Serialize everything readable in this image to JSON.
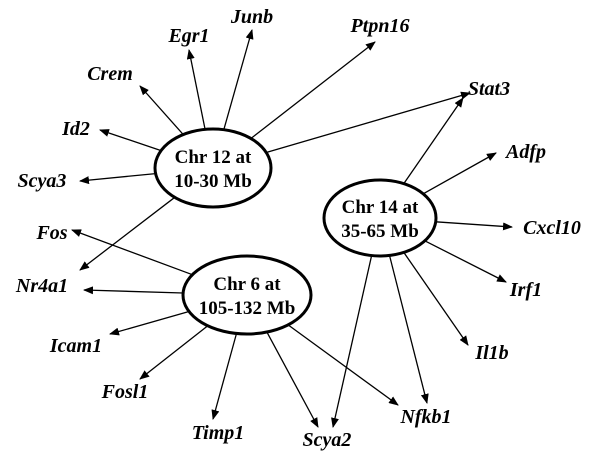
{
  "hubs": [
    {
      "id": "chr12",
      "line1": "Chr 12 at",
      "line2": "10-30 Mb"
    },
    {
      "id": "chr14",
      "line1": "Chr 14 at",
      "line2": "35-65 Mb"
    },
    {
      "id": "chr6",
      "line1": "Chr 6 at",
      "line2": "105-132 Mb"
    }
  ],
  "genes": {
    "egr1": "Egr1",
    "junb": "Junb",
    "ptpn16": "Ptpn16",
    "crem": "Crem",
    "id2": "Id2",
    "scya3": "Scya3",
    "fos": "Fos",
    "nr4a1": "Nr4a1",
    "stat3": "Stat3",
    "adfp": "Adfp",
    "cxcl10": "Cxcl10",
    "irf1": "Irf1",
    "il1b": "Il1b",
    "nfkb1": "Nfkb1",
    "scya2": "Scya2",
    "icam1": "Icam1",
    "fosl1": "Fosl1",
    "timp1": "Timp1"
  },
  "edges": [
    {
      "from": "chr12",
      "to": "egr1"
    },
    {
      "from": "chr12",
      "to": "junb"
    },
    {
      "from": "chr12",
      "to": "ptpn16"
    },
    {
      "from": "chr12",
      "to": "crem"
    },
    {
      "from": "chr12",
      "to": "id2"
    },
    {
      "from": "chr12",
      "to": "scya3"
    },
    {
      "from": "chr12",
      "to": "stat3"
    },
    {
      "from": "chr12",
      "to": "nr4a1"
    },
    {
      "from": "chr14",
      "to": "stat3"
    },
    {
      "from": "chr14",
      "to": "adfp"
    },
    {
      "from": "chr14",
      "to": "cxcl10"
    },
    {
      "from": "chr14",
      "to": "irf1"
    },
    {
      "from": "chr14",
      "to": "il1b"
    },
    {
      "from": "chr14",
      "to": "nfkb1"
    },
    {
      "from": "chr14",
      "to": "scya2"
    },
    {
      "from": "chr6",
      "to": "fos"
    },
    {
      "from": "chr6",
      "to": "nr4a1"
    },
    {
      "from": "chr6",
      "to": "icam1"
    },
    {
      "from": "chr6",
      "to": "fosl1"
    },
    {
      "from": "chr6",
      "to": "timp1"
    },
    {
      "from": "chr6",
      "to": "scya2"
    },
    {
      "from": "chr6",
      "to": "nfkb1"
    }
  ]
}
